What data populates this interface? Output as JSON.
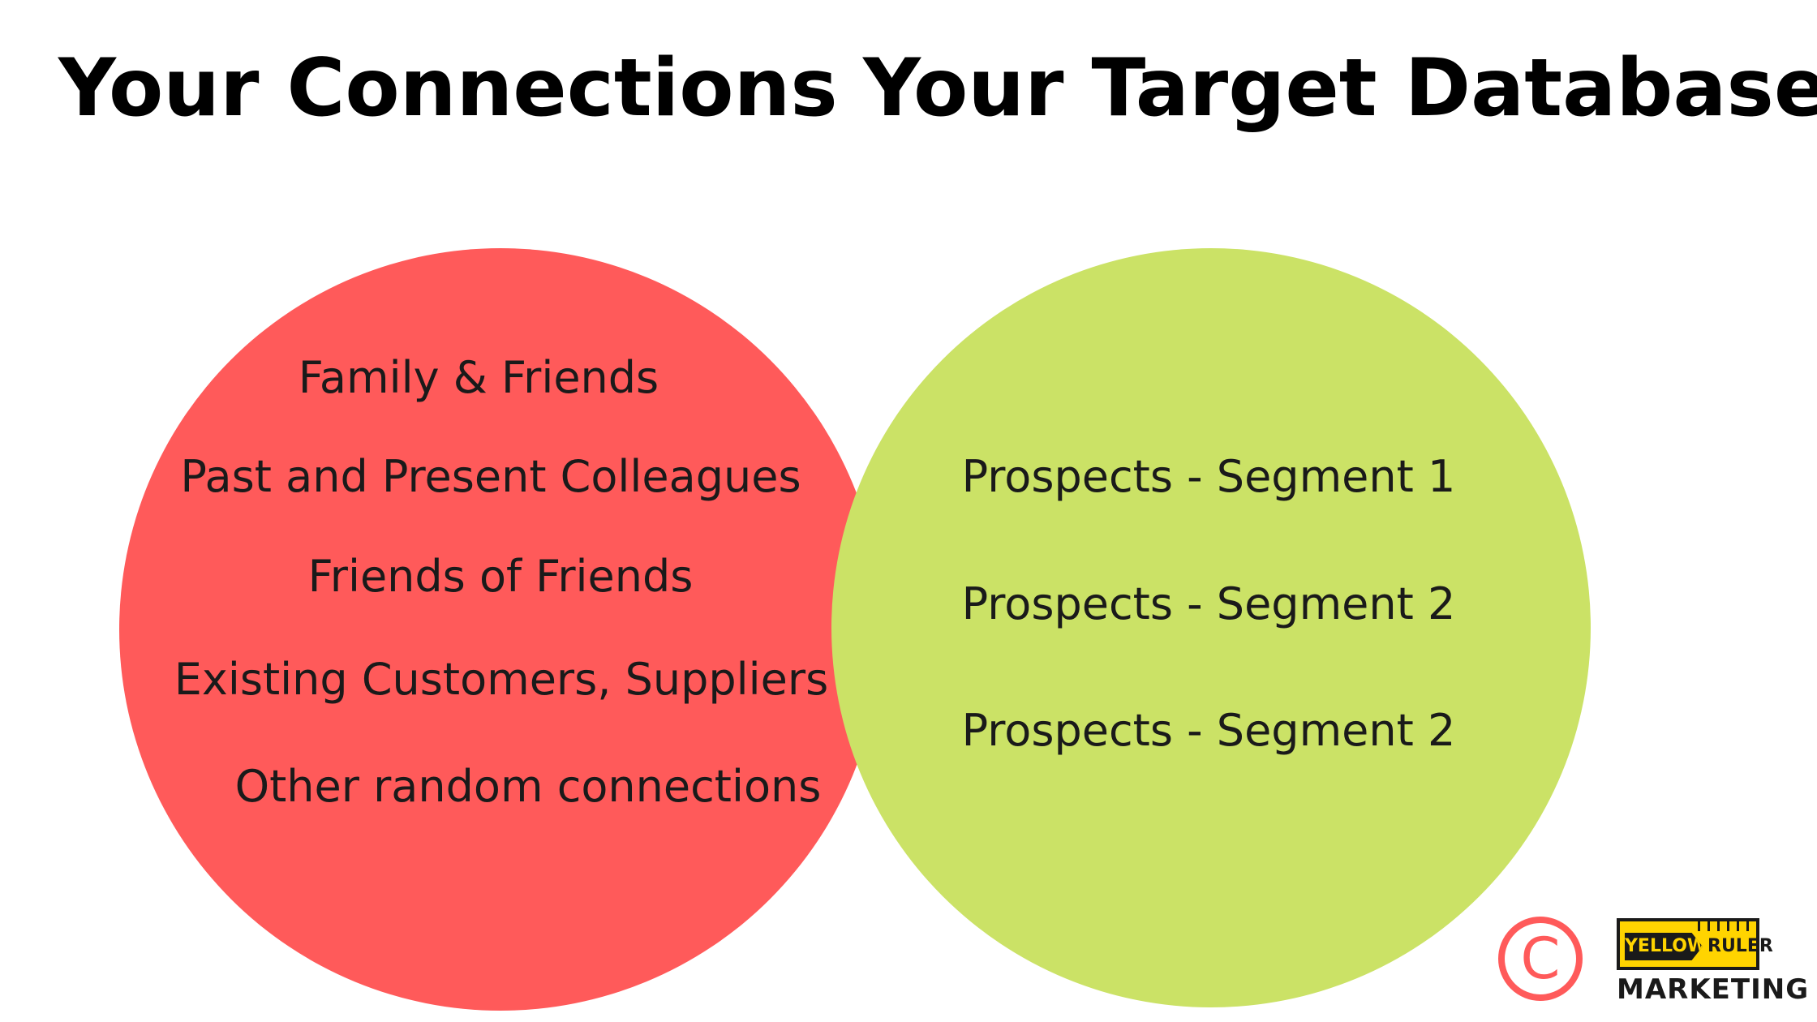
{
  "titles": {
    "left": "Your Connections",
    "right": "Your Target Database"
  },
  "colors": {
    "left_circle": "#ff5a5a",
    "right_circle": "#cbe266",
    "copyright": "#ff5a5a",
    "logo_yellow": "#ffd400"
  },
  "connections": {
    "items": [
      "Family & Friends",
      "Past and Present Colleagues",
      "Friends of Friends",
      "Existing Customers, Suppliers",
      "Other random connections"
    ]
  },
  "target_database": {
    "items": [
      "Prospects - Segment 1",
      "Prospects - Segment 2",
      "Prospects - Segment 2"
    ]
  },
  "footer": {
    "copyright_symbol": "C",
    "logo": {
      "word1": "YELLOW",
      "word2": "RULER",
      "word3": "MARKETING"
    }
  }
}
